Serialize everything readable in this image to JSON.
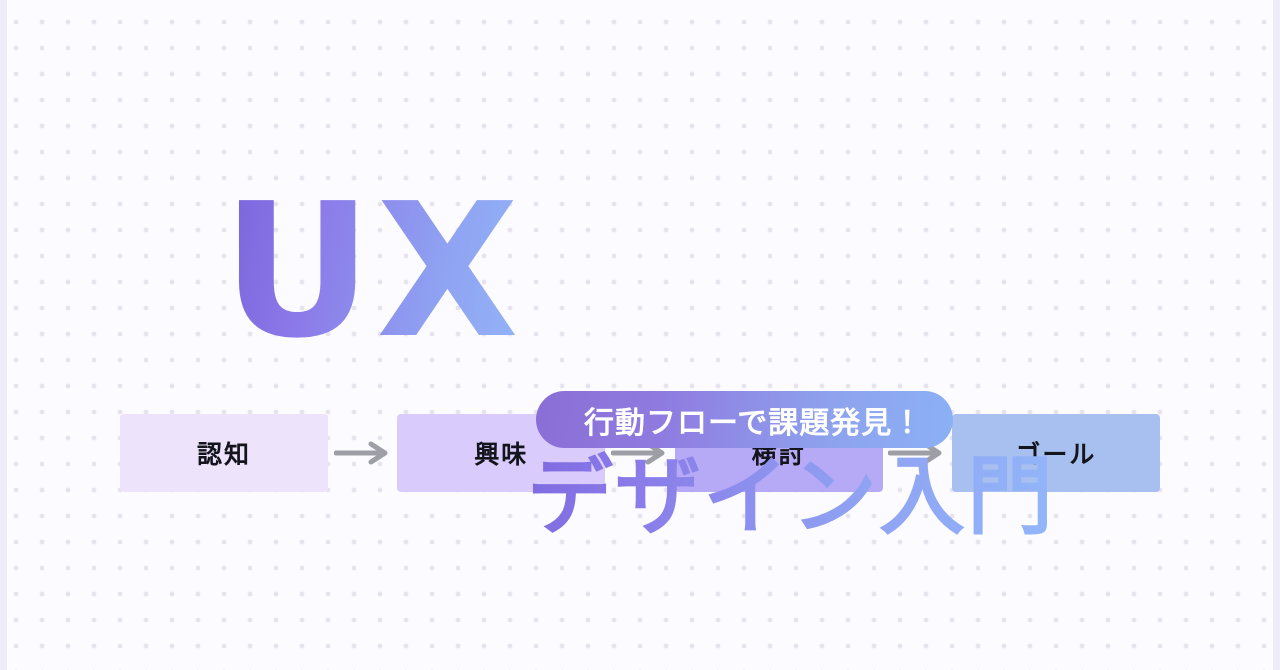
{
  "banner": {
    "background_color": "#fcfbff",
    "dot_color": "#e6e2ee",
    "edge_band_color": "#efecfa"
  },
  "headline": {
    "ux_mark": "UX",
    "badge_text": "行動フローで課題発見！",
    "subtitle": "デザイン入門",
    "gradient_start": "#7a63db",
    "gradient_end": "#93b4f8",
    "badge_gradient_start": "#8a6ed6",
    "badge_gradient_end": "#8bb0f5",
    "badge_text_color": "#ffffff"
  },
  "flow": {
    "arrow_color": "#9e9ea6",
    "arrow_icon": "arrow-right-icon",
    "steps": [
      {
        "label": "認知",
        "bg": "#ede4fc",
        "text_color": "#14141c"
      },
      {
        "label": "興味",
        "bg": "#d9cbfb",
        "text_color": "#14141c"
      },
      {
        "label": "検討",
        "bg": "#b6aaf7",
        "text_color": "#14141c"
      },
      {
        "label": "ゴール",
        "bg": "#a8c0ef",
        "text_color": "#14141c"
      }
    ]
  }
}
